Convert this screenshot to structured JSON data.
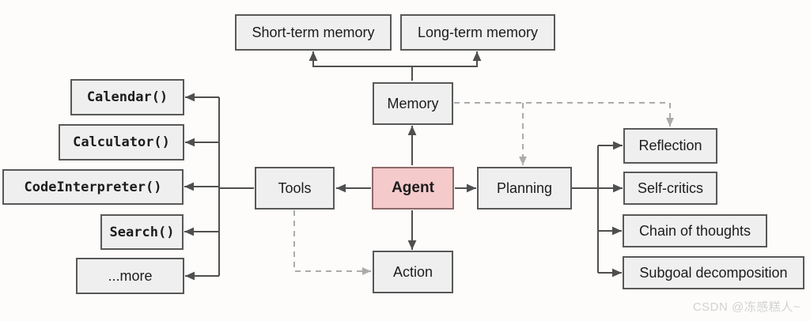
{
  "diagram": {
    "title_hint": "LLM agent architecture overview",
    "nodes": {
      "short_term_memory": {
        "label": "Short-term memory"
      },
      "long_term_memory": {
        "label": "Long-term memory"
      },
      "memory": {
        "label": "Memory"
      },
      "agent": {
        "label": "Agent"
      },
      "tools": {
        "label": "Tools"
      },
      "planning": {
        "label": "Planning"
      },
      "action": {
        "label": "Action"
      },
      "calendar": {
        "label": "Calendar()"
      },
      "calculator": {
        "label": "Calculator()"
      },
      "code_interpreter": {
        "label": "CodeInterpreter()"
      },
      "search": {
        "label": "Search()"
      },
      "more": {
        "label": "...more"
      },
      "reflection": {
        "label": "Reflection"
      },
      "self_critics": {
        "label": "Self-critics"
      },
      "chain_of_thoughts": {
        "label": "Chain of thoughts"
      },
      "subgoal_decomposition": {
        "label": "Subgoal decomposition"
      }
    },
    "edges": [
      {
        "from": "memory",
        "to": "short_term_memory",
        "style": "solid"
      },
      {
        "from": "memory",
        "to": "long_term_memory",
        "style": "solid"
      },
      {
        "from": "agent",
        "to": "memory",
        "style": "solid"
      },
      {
        "from": "agent",
        "to": "tools",
        "style": "solid"
      },
      {
        "from": "agent",
        "to": "planning",
        "style": "solid"
      },
      {
        "from": "agent",
        "to": "action",
        "style": "solid"
      },
      {
        "from": "tools",
        "to": "calendar",
        "style": "solid"
      },
      {
        "from": "tools",
        "to": "calculator",
        "style": "solid"
      },
      {
        "from": "tools",
        "to": "code_interpreter",
        "style": "solid"
      },
      {
        "from": "tools",
        "to": "search",
        "style": "solid"
      },
      {
        "from": "tools",
        "to": "more",
        "style": "solid"
      },
      {
        "from": "planning",
        "to": "reflection",
        "style": "solid"
      },
      {
        "from": "planning",
        "to": "self_critics",
        "style": "solid"
      },
      {
        "from": "planning",
        "to": "chain_of_thoughts",
        "style": "solid"
      },
      {
        "from": "planning",
        "to": "subgoal_decomposition",
        "style": "solid"
      },
      {
        "from": "memory",
        "to": "planning",
        "style": "dashed"
      },
      {
        "from": "memory",
        "to": "reflection",
        "style": "dashed"
      },
      {
        "from": "tools",
        "to": "action",
        "style": "dashed"
      }
    ],
    "colors": {
      "canvas_bg": "#fdfcfb",
      "node_fill": "#efefef",
      "node_border": "#585858",
      "agent_fill": "#f5caca",
      "agent_border": "#8d6a6a",
      "connector": "#4f4f4f",
      "connector_dashed": "#ababab",
      "text": "#1c1c1c",
      "watermark": "#d2d2d2"
    },
    "watermark": "CSDN @冻感糕人~"
  }
}
